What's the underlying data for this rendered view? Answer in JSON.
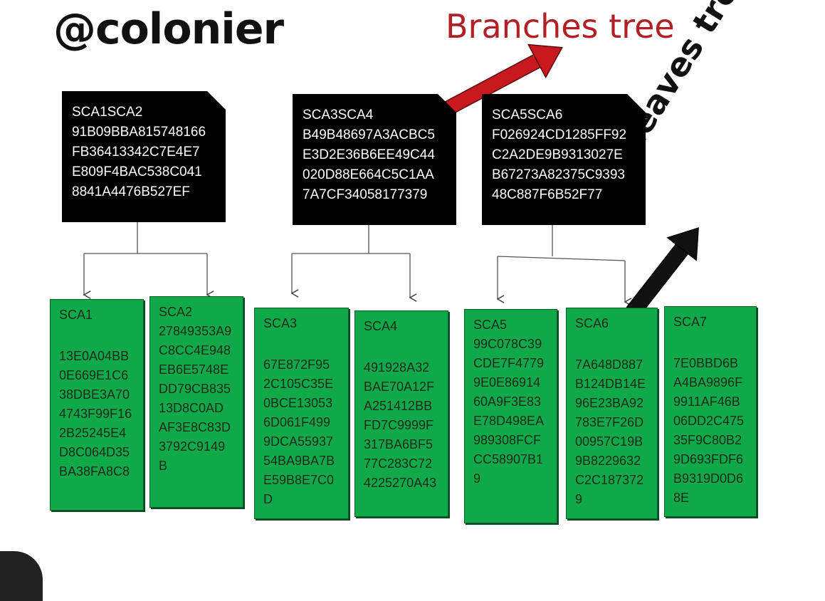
{
  "header": {
    "handle": "@colonier"
  },
  "annotations": {
    "branches": "Branches tree",
    "leaves": "leaves tree"
  },
  "branches": [
    {
      "lines": [
        "SCA1SCA2",
        "91B09BBA815748166",
        "FB36413342C7E4E7",
        "E809F4BAC538C041",
        "8841A4476B527EF"
      ]
    },
    {
      "lines": [
        "SCA3SCA4",
        "B49B48697A3ACBC5",
        "E3D2E36B6EE49C44",
        "020D88E664C5C1AA",
        "7A7CF34058177379"
      ]
    },
    {
      "lines": [
        "SCA5SCA6",
        "F026924CD1285FF92",
        "C2A2DE9B9313027E",
        "B67273A82375C9393",
        "48C887F6B52F77"
      ]
    }
  ],
  "leaves": [
    {
      "label": "SCA1",
      "values": [
        "",
        "13E0A04BB",
        "0E669E1C6",
        "38DBE3A70",
        "4743F99F16",
        "2B25245E4",
        "D8C064D35",
        "BA38FA8C8"
      ]
    },
    {
      "label": "SCA2",
      "values": [
        "27849353A9",
        "C8CC4E948",
        "EB6E5748E",
        "DD79CB835",
        "13D8C0AD",
        "AF3E8C83D",
        "3792C9149",
        "B"
      ]
    },
    {
      "label": "SCA3",
      "values": [
        "",
        "67E872F95",
        "2C105C35E",
        "0BCE13053",
        "6D061F499",
        "9DCA55937",
        "54BA9BA7B",
        "E59B8E7C0",
        "D"
      ]
    },
    {
      "label": "SCA4",
      "values": [
        "",
        "491928A32",
        "BAE70A12F",
        "A251412BB",
        "FD7C9999F",
        "317BA6BF5",
        "77C283C72",
        "4225270A43"
      ]
    },
    {
      "label": "SCA5",
      "values": [
        "99C078C39",
        "CDE7F4779",
        "9E0E86914",
        "60A9F3E83",
        "E78D498EA",
        "989308FCF",
        "CC58907B1",
        "9"
      ]
    },
    {
      "label": "SCA6",
      "values": [
        "",
        "7A648D887",
        "B124DB14E",
        "96E23BA92",
        "783E7F26D",
        "00957C19B",
        "9B8229632",
        "C2C187372",
        "9"
      ]
    },
    {
      "label": "SCA7",
      "values": [
        "",
        "7E0BBD6B",
        "A4BA9896F",
        "9911AF46B",
        "06DD2C475",
        "35F9C80B2",
        "9D693FDF6",
        "B9319D0D6",
        "8E"
      ]
    }
  ]
}
